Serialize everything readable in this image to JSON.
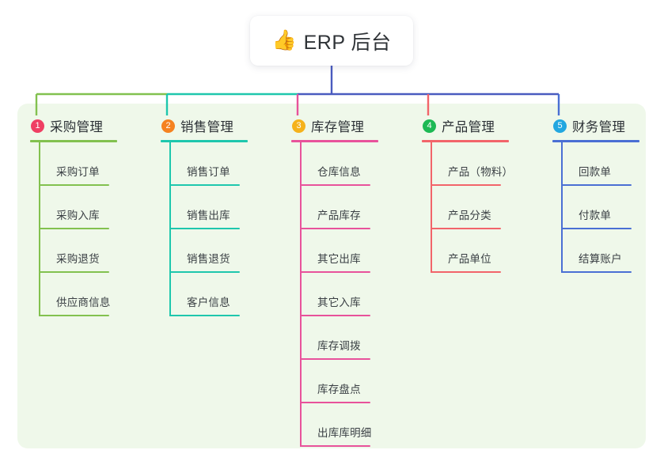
{
  "root": {
    "icon": "thumbs-up-emoji",
    "emoji": "👍",
    "title": "ERP 后台"
  },
  "theme": {
    "panel_bg": "#eff8ea",
    "page_bg": "#ffffff",
    "root_text": "#2f3337",
    "branch_text": "#2c3136",
    "leaf_text": "#3a3f44",
    "trunk_color": "#4a5bbf"
  },
  "branches": [
    {
      "index": "1",
      "label": "采购管理",
      "badge_color": "#ef3f63",
      "line_color": "#82c14f",
      "items": [
        {
          "label": "采购订单"
        },
        {
          "label": "采购入库"
        },
        {
          "label": "采购退货"
        },
        {
          "label": "供应商信息"
        }
      ]
    },
    {
      "index": "2",
      "label": "销售管理",
      "badge_color": "#f58220",
      "line_color": "#1ec7ad",
      "items": [
        {
          "label": "销售订单"
        },
        {
          "label": "销售出库"
        },
        {
          "label": "销售退货"
        },
        {
          "label": "客户信息"
        }
      ]
    },
    {
      "index": "3",
      "label": "库存管理",
      "badge_color": "#f5b21b",
      "line_color": "#e8529b",
      "items": [
        {
          "label": "仓库信息"
        },
        {
          "label": "产品库存"
        },
        {
          "label": "其它出库"
        },
        {
          "label": "其它入库"
        },
        {
          "label": "库存调拨"
        },
        {
          "label": "库存盘点"
        },
        {
          "label": "出库库明细"
        }
      ]
    },
    {
      "index": "4",
      "label": "产品管理",
      "badge_color": "#1db954",
      "line_color": "#f2646a",
      "items": [
        {
          "label": "产品（物料）"
        },
        {
          "label": "产品分类"
        },
        {
          "label": "产品单位"
        }
      ]
    },
    {
      "index": "5",
      "label": "财务管理",
      "badge_color": "#22a7e0",
      "line_color": "#4a6fd4",
      "items": [
        {
          "label": "回款单"
        },
        {
          "label": "付款单"
        },
        {
          "label": "结算账户"
        }
      ]
    }
  ]
}
